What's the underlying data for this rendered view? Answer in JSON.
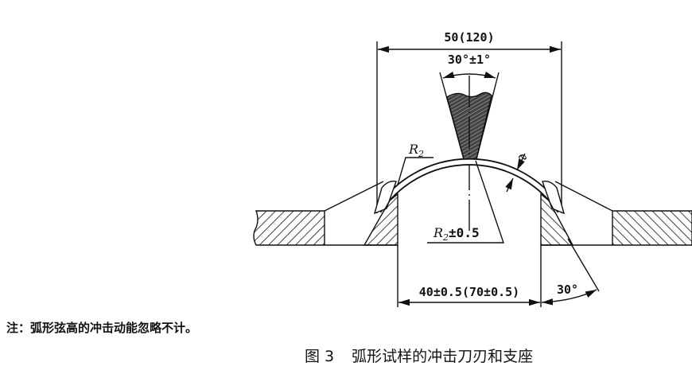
{
  "figure": {
    "dimension_top": "50(120)",
    "knife_angle": "30°±1°",
    "radius_label": "R",
    "radius_sub": "2",
    "radius_tol_label": "R",
    "radius_tol_sub": "2",
    "radius_tol_value": "±0.5",
    "thickness_label": "e",
    "dimension_bottom": "40±0.5(70±0.5)",
    "support_angle": "30°"
  },
  "note": "注：弧形弦高的冲击动能忽略不计。",
  "caption": {
    "number": "图 3",
    "title": "弧形试样的冲击刀刃和支座"
  }
}
